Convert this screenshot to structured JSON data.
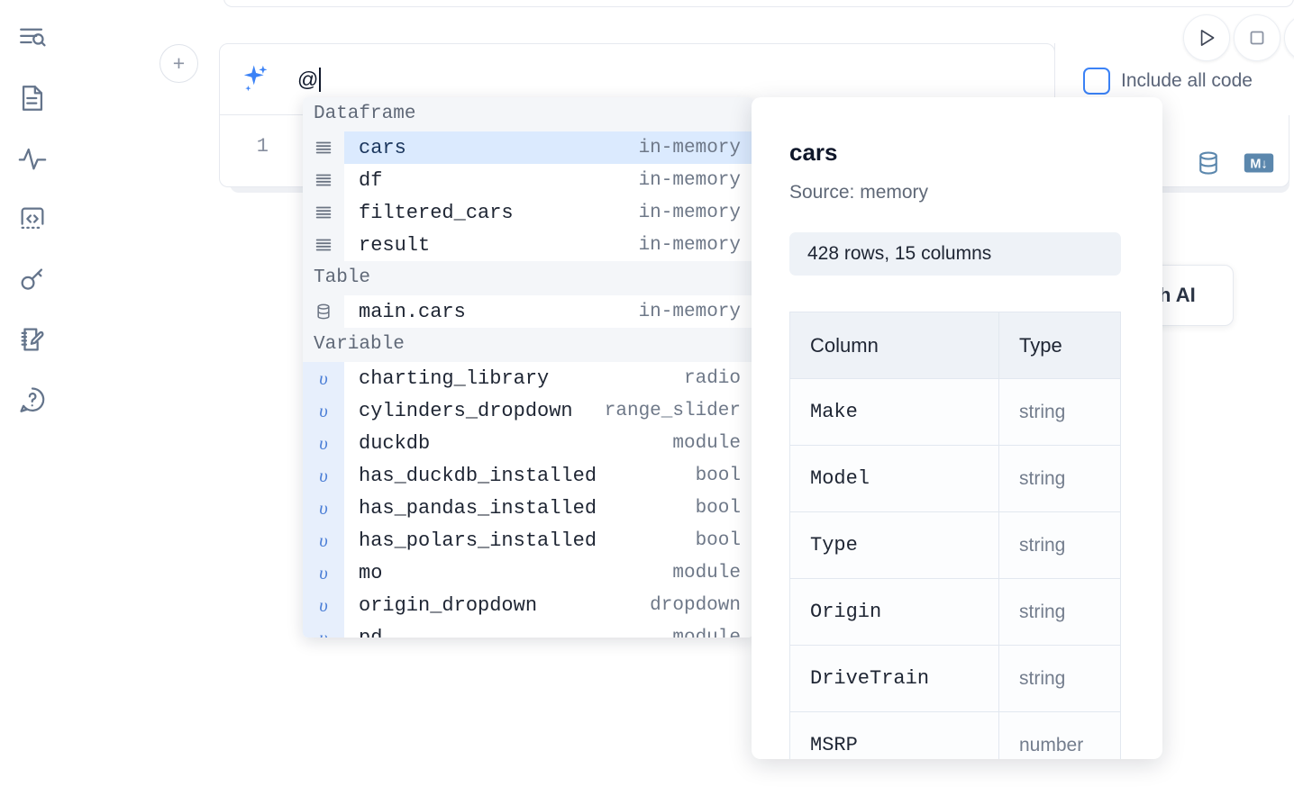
{
  "sidebar": {
    "items": [
      {
        "name": "explore-icon",
        "label": "Explore"
      },
      {
        "name": "file-icon",
        "label": "File explorer"
      },
      {
        "name": "activity-icon",
        "label": "Activity"
      },
      {
        "name": "code-icon",
        "label": "Snippets"
      },
      {
        "name": "key-icon",
        "label": "Secrets"
      },
      {
        "name": "scratchpad-icon",
        "label": "Scratchpad"
      },
      {
        "name": "help-icon",
        "label": "Help"
      }
    ]
  },
  "toolbar": {
    "run_label": "Run",
    "stop_label": "Stop",
    "extra_label": "More",
    "include_all_code_label": "Include all code",
    "include_all_code_checked": false
  },
  "ai_prompt": {
    "icon": "sparkle-icon",
    "value": "@",
    "placeholder": ""
  },
  "code_cell": {
    "line_number": "1",
    "tools": [
      {
        "name": "database-icon",
        "label": "SQL cell"
      },
      {
        "name": "markdown-icon",
        "label": "Markdown cell"
      }
    ]
  },
  "generate_ai_button": {
    "label": "h AI"
  },
  "autocomplete": {
    "groups": [
      {
        "label": "Dataframe",
        "icon": "dataframe-icon",
        "kind": "dataframe",
        "items": [
          {
            "name": "cars",
            "meta": "in-memory",
            "selected": true
          },
          {
            "name": "df",
            "meta": "in-memory",
            "selected": false
          },
          {
            "name": "filtered_cars",
            "meta": "in-memory",
            "selected": false
          },
          {
            "name": "result",
            "meta": "in-memory",
            "selected": false
          }
        ]
      },
      {
        "label": "Table",
        "icon": "database-icon",
        "kind": "table",
        "items": [
          {
            "name": "main.cars",
            "meta": "in-memory",
            "selected": false
          }
        ]
      },
      {
        "label": "Variable",
        "icon": "variable-icon",
        "kind": "variable",
        "items": [
          {
            "name": "charting_library",
            "meta": "radio",
            "selected": false
          },
          {
            "name": "cylinders_dropdown",
            "meta": "range_slider",
            "selected": false
          },
          {
            "name": "duckdb",
            "meta": "module",
            "selected": false
          },
          {
            "name": "has_duckdb_installed",
            "meta": "bool",
            "selected": false
          },
          {
            "name": "has_pandas_installed",
            "meta": "bool",
            "selected": false
          },
          {
            "name": "has_polars_installed",
            "meta": "bool",
            "selected": false
          },
          {
            "name": "mo",
            "meta": "module",
            "selected": false
          },
          {
            "name": "origin_dropdown",
            "meta": "dropdown",
            "selected": false
          },
          {
            "name": "pd",
            "meta": "module",
            "selected": false
          }
        ]
      }
    ]
  },
  "detail": {
    "title": "cars",
    "source": "Source: memory",
    "shape": "428 rows, 15 columns",
    "headers": [
      "Column",
      "Type"
    ],
    "rows": [
      {
        "column": "Make",
        "type": "string"
      },
      {
        "column": "Model",
        "type": "string"
      },
      {
        "column": "Type",
        "type": "string"
      },
      {
        "column": "Origin",
        "type": "string"
      },
      {
        "column": "DriveTrain",
        "type": "string"
      },
      {
        "column": "MSRP",
        "type": "number"
      }
    ]
  },
  "colors": {
    "accent": "#3b82f6",
    "selected_row_bg": "#dbeafe",
    "group_header_bg": "#f4f6f9",
    "icon_rail": "#64748b",
    "cell_tool": "#5b87ad"
  }
}
